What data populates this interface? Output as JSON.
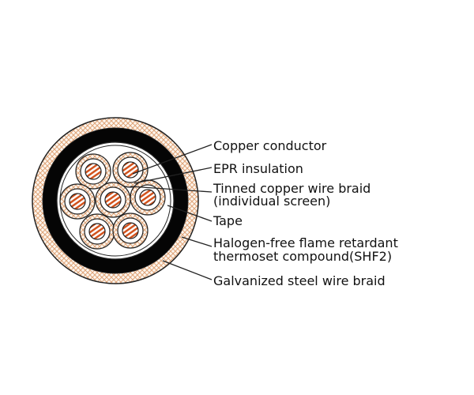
{
  "labels": {
    "conductor": "Copper conductor",
    "insulation": "EPR insulation",
    "screen_line1": "Tinned copper wire braid",
    "screen_line2": "(individual screen)",
    "tape": "Tape",
    "sheath_line1": "Halogen-free flame retardant",
    "sheath_line2": "thermoset compound(SHF2)",
    "armour": "Galvanized steel wire braid"
  },
  "colors": {
    "copper": "#d2531e",
    "braid": "#e0a57a",
    "sheath": "#000000"
  }
}
